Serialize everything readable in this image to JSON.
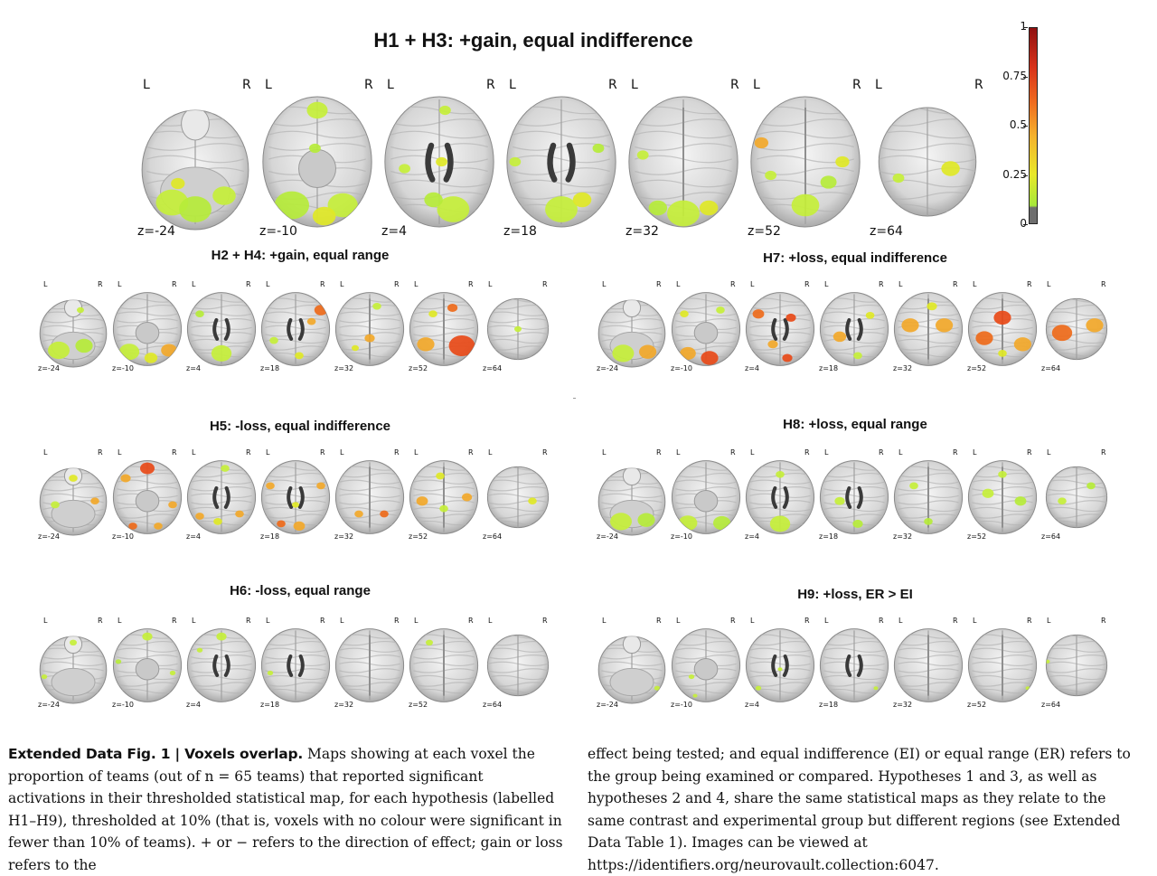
{
  "main_panel": {
    "title": "H1 + H3: +gain, equal indifference",
    "slices": [
      {
        "z": "z=-24",
        "L": "L",
        "R": "R",
        "shape": "cerebellar",
        "blobs": [
          [
            0.3,
            0.8,
            0.14,
            "#c6ef3a"
          ],
          [
            0.5,
            0.85,
            0.14,
            "#b6ec3a"
          ],
          [
            0.75,
            0.75,
            0.1,
            "#c6ef3a"
          ],
          [
            0.35,
            0.66,
            0.06,
            "#dfe826"
          ]
        ]
      },
      {
        "z": "z=-10",
        "L": "L",
        "R": "R",
        "shape": "temporal",
        "blobs": [
          [
            0.5,
            0.12,
            0.09,
            "#c6ef3a"
          ],
          [
            0.28,
            0.82,
            0.15,
            "#b6ec3a"
          ],
          [
            0.72,
            0.82,
            0.13,
            "#c6ef3a"
          ],
          [
            0.48,
            0.4,
            0.05,
            "#b6ec3a"
          ],
          [
            0.56,
            0.9,
            0.1,
            "#dfe826"
          ]
        ]
      },
      {
        "z": "z=4",
        "L": "L",
        "R": "R",
        "shape": "ventricle",
        "blobs": [
          [
            0.62,
            0.85,
            0.14,
            "#c6ef3a"
          ],
          [
            0.45,
            0.78,
            0.08,
            "#b6ec3a"
          ],
          [
            0.52,
            0.5,
            0.05,
            "#dfe826"
          ],
          [
            0.2,
            0.55,
            0.05,
            "#c6ef3a"
          ],
          [
            0.55,
            0.12,
            0.05,
            "#c6ef3a"
          ]
        ]
      },
      {
        "z": "z=18",
        "L": "L",
        "R": "R",
        "shape": "ventricle",
        "blobs": [
          [
            0.5,
            0.85,
            0.14,
            "#c6ef3a"
          ],
          [
            0.68,
            0.78,
            0.08,
            "#dfe826"
          ],
          [
            0.1,
            0.5,
            0.05,
            "#c6ef3a"
          ],
          [
            0.82,
            0.4,
            0.05,
            "#b6ec3a"
          ]
        ]
      },
      {
        "z": "z=32",
        "L": "L",
        "R": "R",
        "shape": "upper",
        "blobs": [
          [
            0.5,
            0.88,
            0.14,
            "#c6ef3a"
          ],
          [
            0.28,
            0.84,
            0.08,
            "#b6ec3a"
          ],
          [
            0.72,
            0.84,
            0.08,
            "#dfe826"
          ],
          [
            0.15,
            0.45,
            0.05,
            "#c6ef3a"
          ]
        ]
      },
      {
        "z": "z=52",
        "L": "L",
        "R": "R",
        "shape": "upper",
        "blobs": [
          [
            0.12,
            0.36,
            0.06,
            "#f2a82a"
          ],
          [
            0.5,
            0.82,
            0.12,
            "#c6ef3a"
          ],
          [
            0.7,
            0.65,
            0.07,
            "#b6ec3a"
          ],
          [
            0.82,
            0.5,
            0.06,
            "#dfe826"
          ],
          [
            0.2,
            0.6,
            0.05,
            "#c6ef3a"
          ]
        ]
      },
      {
        "z": "z=64",
        "L": "L",
        "R": "R",
        "shape": "top",
        "blobs": [
          [
            0.7,
            0.55,
            0.08,
            "#dfe826"
          ],
          [
            0.25,
            0.62,
            0.05,
            "#c6ef3a"
          ]
        ]
      }
    ]
  },
  "colorbar": {
    "ticks": [
      "1",
      "0.75",
      "0.5",
      "0.25",
      "0"
    ]
  },
  "small_panels": [
    {
      "key": "h2h4",
      "title": "H2 + H4: +gain, equal range",
      "blobs": [
        [
          [
            0.3,
            0.78,
            0.15,
            "#c6ef3a"
          ],
          [
            0.65,
            0.72,
            0.12,
            "#b6ec3a"
          ],
          [
            0.6,
            0.25,
            0.05,
            "#c6ef3a"
          ]
        ],
        [
          [
            0.25,
            0.8,
            0.14,
            "#c6ef3a"
          ],
          [
            0.8,
            0.78,
            0.11,
            "#f2a82a"
          ],
          [
            0.55,
            0.88,
            0.09,
            "#dfe826"
          ]
        ],
        [
          [
            0.5,
            0.82,
            0.14,
            "#c6ef3a"
          ],
          [
            0.2,
            0.3,
            0.06,
            "#b6ec3a"
          ]
        ],
        [
          [
            0.85,
            0.25,
            0.09,
            "#ee6a1a"
          ],
          [
            0.72,
            0.4,
            0.06,
            "#f2a82a"
          ],
          [
            0.2,
            0.65,
            0.06,
            "#c6ef3a"
          ],
          [
            0.55,
            0.85,
            0.06,
            "#dfe826"
          ]
        ],
        [
          [
            0.6,
            0.2,
            0.06,
            "#c6ef3a"
          ],
          [
            0.5,
            0.62,
            0.07,
            "#f2a82a"
          ],
          [
            0.3,
            0.75,
            0.05,
            "#dfe826"
          ]
        ],
        [
          [
            0.75,
            0.72,
            0.18,
            "#e84a18"
          ],
          [
            0.25,
            0.7,
            0.12,
            "#f2a82a"
          ],
          [
            0.62,
            0.22,
            0.07,
            "#ee6a1a"
          ],
          [
            0.35,
            0.3,
            0.06,
            "#dfe826"
          ]
        ],
        [
          [
            0.5,
            0.5,
            0.05,
            "#c6ef3a"
          ]
        ]
      ]
    },
    {
      "key": "h7",
      "title": "H7: +loss, equal indifference",
      "blobs": [
        [
          [
            0.38,
            0.82,
            0.15,
            "#c6ef3a"
          ],
          [
            0.72,
            0.8,
            0.12,
            "#f2a82a"
          ]
        ],
        [
          [
            0.55,
            0.88,
            0.12,
            "#e84a18"
          ],
          [
            0.25,
            0.82,
            0.11,
            "#f2a82a"
          ],
          [
            0.2,
            0.3,
            0.06,
            "#dfe826"
          ],
          [
            0.7,
            0.25,
            0.06,
            "#c6ef3a"
          ]
        ],
        [
          [
            0.2,
            0.3,
            0.08,
            "#ee6a1a"
          ],
          [
            0.65,
            0.35,
            0.07,
            "#e84a18"
          ],
          [
            0.6,
            0.88,
            0.07,
            "#e84a18"
          ],
          [
            0.4,
            0.7,
            0.07,
            "#f2a82a"
          ]
        ],
        [
          [
            0.3,
            0.6,
            0.09,
            "#f2a82a"
          ],
          [
            0.72,
            0.32,
            0.06,
            "#dfe826"
          ],
          [
            0.55,
            0.85,
            0.06,
            "#c6ef3a"
          ]
        ],
        [
          [
            0.25,
            0.45,
            0.12,
            "#f2a82a"
          ],
          [
            0.72,
            0.45,
            0.12,
            "#f2a82a"
          ],
          [
            0.55,
            0.2,
            0.07,
            "#dfe826"
          ]
        ],
        [
          [
            0.5,
            0.35,
            0.12,
            "#e84a18"
          ],
          [
            0.25,
            0.62,
            0.12,
            "#ee6a1a"
          ],
          [
            0.78,
            0.7,
            0.12,
            "#f2a82a"
          ],
          [
            0.5,
            0.82,
            0.06,
            "#dfe826"
          ]
        ],
        [
          [
            0.3,
            0.55,
            0.14,
            "#ee6a1a"
          ],
          [
            0.75,
            0.45,
            0.12,
            "#f2a82a"
          ]
        ]
      ]
    },
    {
      "key": "h5",
      "title": "H5: -loss, equal indifference",
      "blobs": [
        [
          [
            0.5,
            0.25,
            0.06,
            "#dfe826"
          ],
          [
            0.25,
            0.6,
            0.06,
            "#c6ef3a"
          ],
          [
            0.8,
            0.55,
            0.06,
            "#f2a82a"
          ]
        ],
        [
          [
            0.5,
            0.12,
            0.1,
            "#e84a18"
          ],
          [
            0.2,
            0.25,
            0.07,
            "#f2a82a"
          ],
          [
            0.85,
            0.6,
            0.06,
            "#f2a82a"
          ],
          [
            0.3,
            0.88,
            0.06,
            "#ee6a1a"
          ],
          [
            0.65,
            0.88,
            0.06,
            "#f2a82a"
          ]
        ],
        [
          [
            0.55,
            0.12,
            0.06,
            "#c6ef3a"
          ],
          [
            0.2,
            0.75,
            0.06,
            "#f2a82a"
          ],
          [
            0.75,
            0.72,
            0.06,
            "#f2a82a"
          ],
          [
            0.45,
            0.82,
            0.06,
            "#dfe826"
          ]
        ],
        [
          [
            0.15,
            0.35,
            0.06,
            "#f2a82a"
          ],
          [
            0.85,
            0.35,
            0.06,
            "#f2a82a"
          ],
          [
            0.55,
            0.88,
            0.08,
            "#f2a82a"
          ],
          [
            0.3,
            0.85,
            0.06,
            "#ee6a1a"
          ],
          [
            0.5,
            0.6,
            0.05,
            "#dfe826"
          ]
        ],
        [
          [
            0.35,
            0.72,
            0.06,
            "#f2a82a"
          ],
          [
            0.7,
            0.72,
            0.06,
            "#ee6a1a"
          ]
        ],
        [
          [
            0.45,
            0.22,
            0.06,
            "#dfe826"
          ],
          [
            0.2,
            0.55,
            0.08,
            "#f2a82a"
          ],
          [
            0.82,
            0.5,
            0.07,
            "#f2a82a"
          ],
          [
            0.5,
            0.65,
            0.06,
            "#c6ef3a"
          ]
        ],
        [
          [
            0.7,
            0.55,
            0.06,
            "#dfe826"
          ]
        ]
      ]
    },
    {
      "key": "h8",
      "title": "H8: +loss, equal range",
      "blobs": [
        [
          [
            0.35,
            0.82,
            0.15,
            "#c6ef3a"
          ],
          [
            0.7,
            0.8,
            0.12,
            "#b6ec3a"
          ]
        ],
        [
          [
            0.25,
            0.84,
            0.13,
            "#c6ef3a"
          ],
          [
            0.72,
            0.84,
            0.12,
            "#b6ec3a"
          ]
        ],
        [
          [
            0.5,
            0.85,
            0.14,
            "#c6ef3a"
          ],
          [
            0.5,
            0.2,
            0.06,
            "#c6ef3a"
          ]
        ],
        [
          [
            0.3,
            0.55,
            0.07,
            "#c6ef3a"
          ],
          [
            0.55,
            0.85,
            0.07,
            "#b6ec3a"
          ]
        ],
        [
          [
            0.3,
            0.35,
            0.06,
            "#c6ef3a"
          ],
          [
            0.5,
            0.82,
            0.06,
            "#b6ec3a"
          ]
        ],
        [
          [
            0.3,
            0.45,
            0.08,
            "#c6ef3a"
          ],
          [
            0.75,
            0.55,
            0.08,
            "#b6ec3a"
          ],
          [
            0.5,
            0.2,
            0.06,
            "#c6ef3a"
          ]
        ],
        [
          [
            0.3,
            0.55,
            0.06,
            "#c6ef3a"
          ],
          [
            0.7,
            0.35,
            0.06,
            "#b6ec3a"
          ]
        ]
      ]
    },
    {
      "key": "h6",
      "title": "H6: -loss, equal range",
      "blobs": [
        [
          [
            0.5,
            0.2,
            0.05,
            "#c6ef3a"
          ],
          [
            0.1,
            0.65,
            0.04,
            "#c6ef3a"
          ]
        ],
        [
          [
            0.5,
            0.12,
            0.07,
            "#c6ef3a"
          ],
          [
            0.1,
            0.45,
            0.04,
            "#b6ec3a"
          ],
          [
            0.85,
            0.6,
            0.04,
            "#c6ef3a"
          ]
        ],
        [
          [
            0.5,
            0.12,
            0.07,
            "#c6ef3a"
          ],
          [
            0.2,
            0.3,
            0.04,
            "#c6ef3a"
          ]
        ],
        [
          [
            0.15,
            0.6,
            0.04,
            "#c6ef3a"
          ]
        ],
        [
          [
            0.1,
            0.88,
            0.03,
            "#c6ef3a"
          ]
        ],
        [
          [
            0.3,
            0.2,
            0.05,
            "#c6ef3a"
          ]
        ],
        []
      ]
    },
    {
      "key": "h9",
      "title": "H9: +loss, ER > EI",
      "blobs": [
        [
          [
            0.85,
            0.8,
            0.04,
            "#c6ef3a"
          ]
        ],
        [
          [
            0.3,
            0.65,
            0.04,
            "#c6ef3a"
          ],
          [
            0.35,
            0.9,
            0.03,
            "#c6ef3a"
          ]
        ],
        [
          [
            0.2,
            0.8,
            0.04,
            "#c6ef3a"
          ],
          [
            0.5,
            0.55,
            0.03,
            "#c6ef3a"
          ]
        ],
        [
          [
            0.8,
            0.8,
            0.03,
            "#c6ef3a"
          ]
        ],
        [],
        [
          [
            0.85,
            0.8,
            0.03,
            "#c6ef3a"
          ]
        ],
        [
          [
            0.1,
            0.45,
            0.03,
            "#c6ef3a"
          ]
        ]
      ]
    }
  ],
  "small_slices": [
    {
      "z": "z=-24",
      "L": "L",
      "R": "R",
      "shape": "cerebellar"
    },
    {
      "z": "z=-10",
      "L": "L",
      "R": "R",
      "shape": "temporal"
    },
    {
      "z": "z=4",
      "L": "L",
      "R": "R",
      "shape": "ventricle"
    },
    {
      "z": "z=18",
      "L": "L",
      "R": "R",
      "shape": "ventricle"
    },
    {
      "z": "z=32",
      "L": "L",
      "R": "R",
      "shape": "upper"
    },
    {
      "z": "z=52",
      "L": "L",
      "R": "R",
      "shape": "upper"
    },
    {
      "z": "z=64",
      "L": "L",
      "R": "R",
      "shape": "top"
    }
  ],
  "caption": {
    "label": "Extended Data Fig. 1 | Voxels overlap.",
    "col1": "Maps showing at each voxel the proportion of teams (out of n = 65 teams) that reported significant activations in their thresholded statistical map, for each hypothesis (labelled H1–H9), thresholded at 10% (that is, voxels with no colour were significant in fewer than 10% of teams). + or − refers to the direction of effect; gain or loss refers to the",
    "col2": "effect being tested; and equal indifference (EI) or equal range (ER) refers to the group being examined or compared. Hypotheses 1 and 3, as well as hypotheses 2 and 4, share the same statistical maps as they relate to the same contrast and experimental group but different regions (see Extended Data Table 1). Images can be viewed at https://identifiers.org/neurovault.collection:6047."
  }
}
